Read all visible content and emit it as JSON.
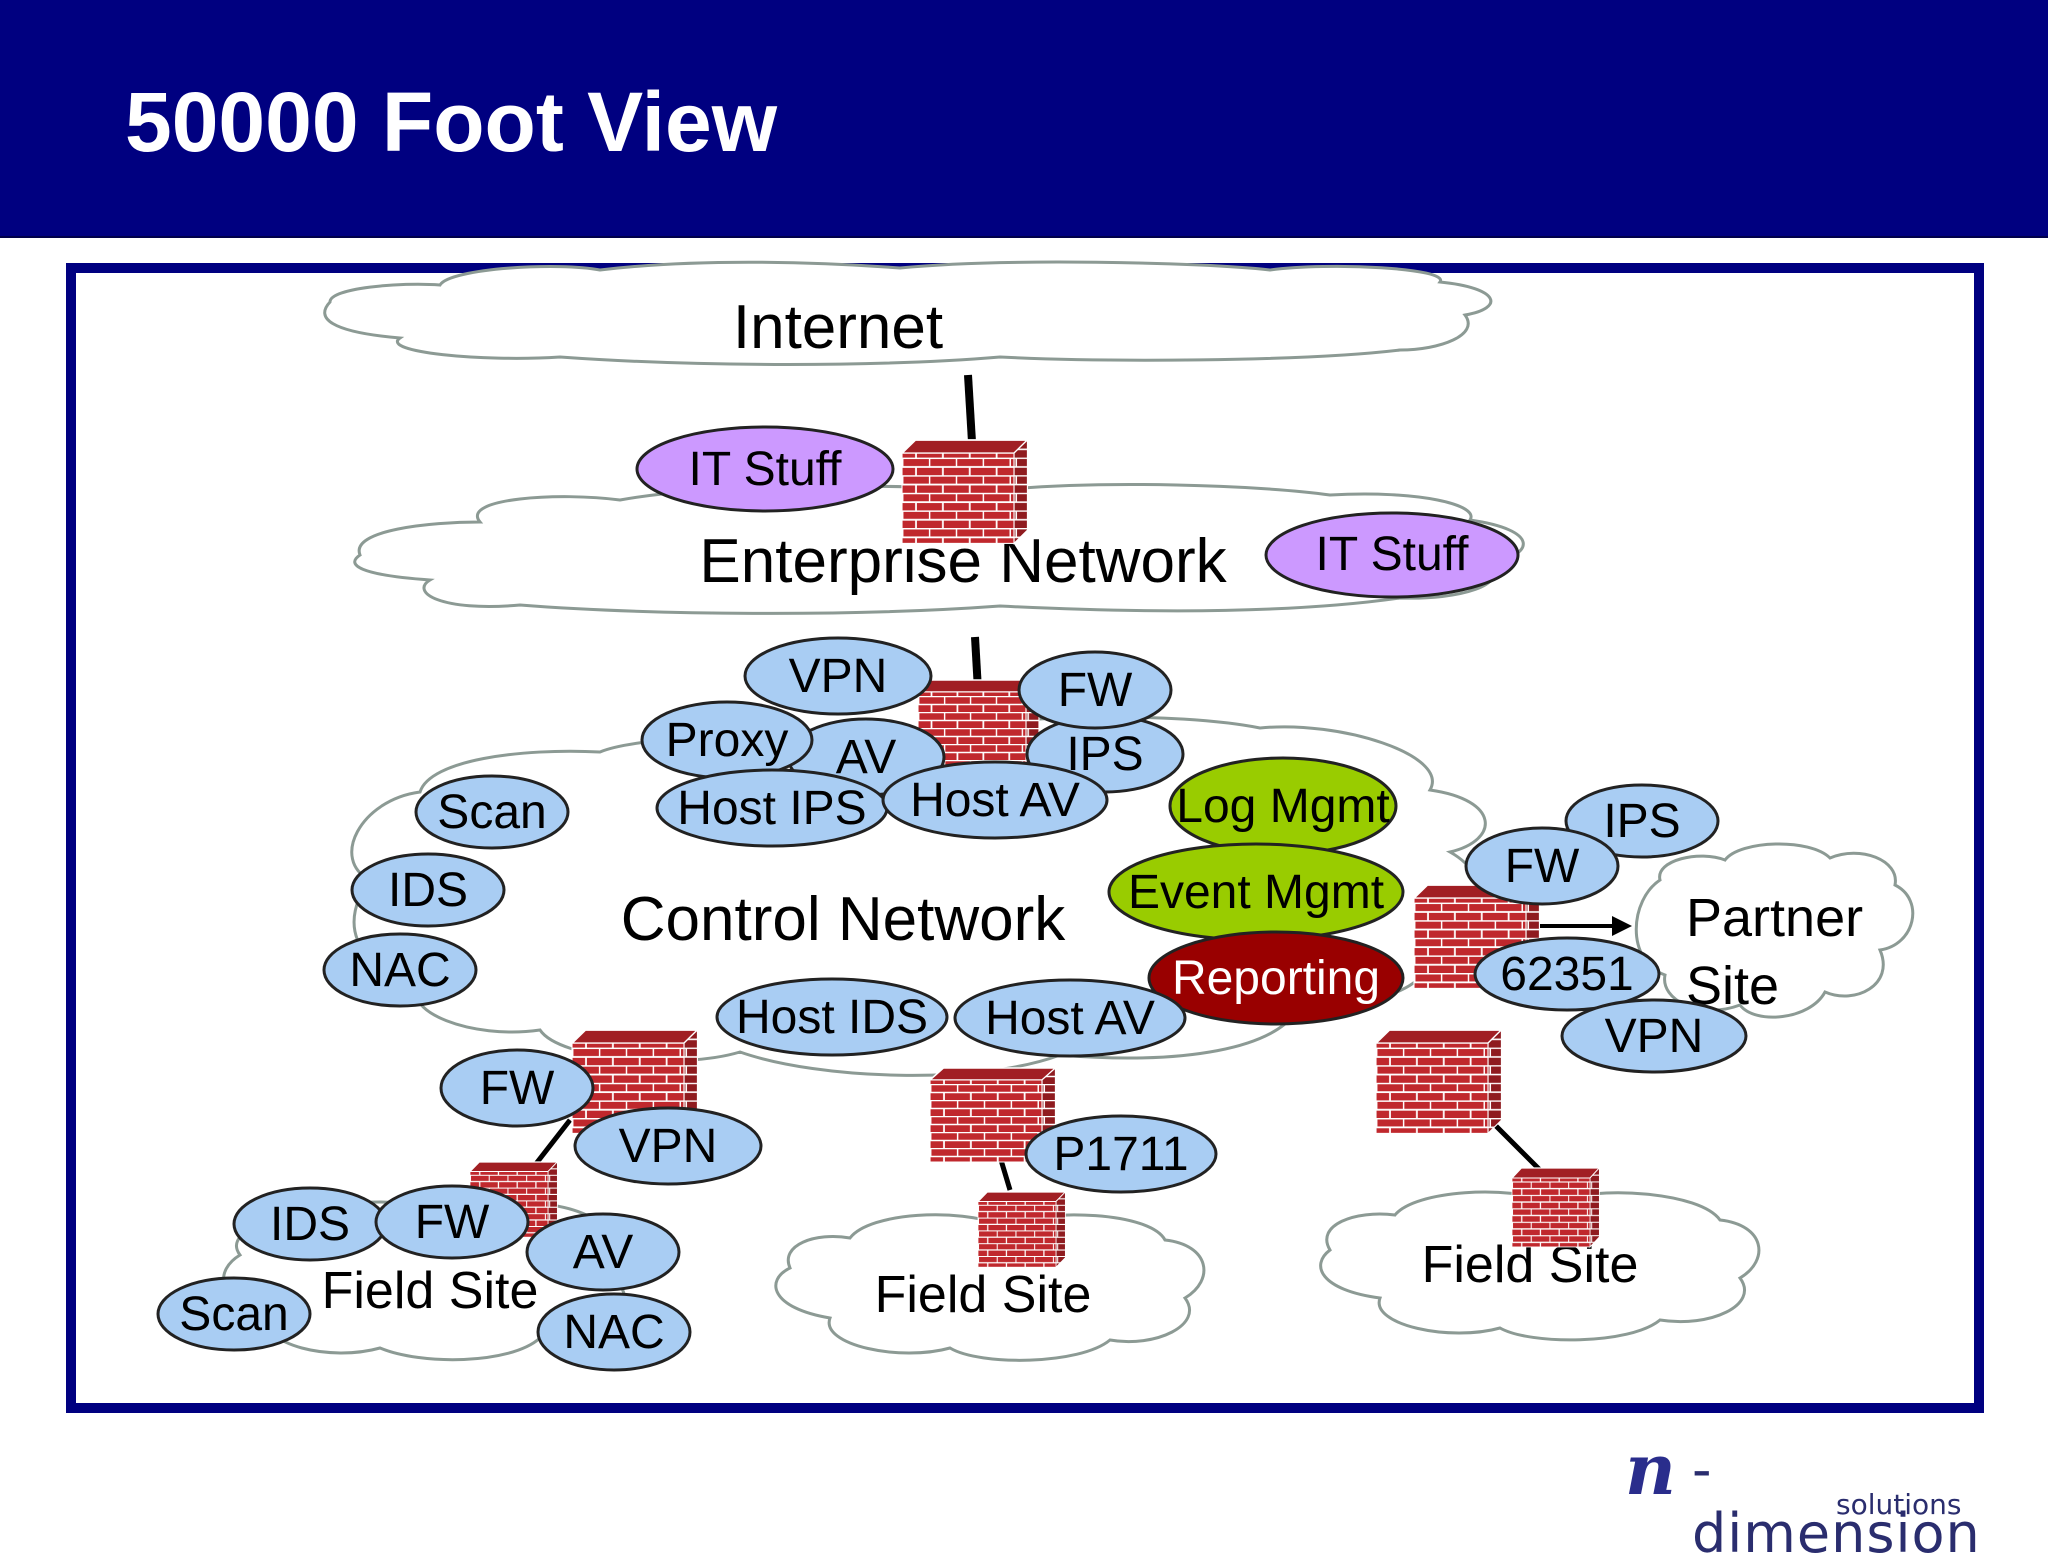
{
  "slide": {
    "title": "50000 Foot View"
  },
  "clouds": {
    "internet": "Internet",
    "enterprise": "Enterprise Network",
    "control": "Control Network",
    "partner_line1": "Partner",
    "partner_line2": "Site",
    "field_left": "Field Site",
    "field_center": "Field Site",
    "field_right": "Field Site"
  },
  "bubbles": {
    "it_stuff_1": "IT Stuff",
    "it_stuff_2": "IT Stuff",
    "vpn_top": "VPN",
    "fw_top": "FW",
    "proxy": "Proxy",
    "av_top": "AV",
    "ips_top": "IPS",
    "host_ips": "Host IPS",
    "host_av_top": "Host AV",
    "scan_left": "Scan",
    "ids_left": "IDS",
    "nac_left": "NAC",
    "log_mgmt": "Log Mgmt",
    "event_mgmt": "Event Mgmt",
    "reporting": "Reporting",
    "fw_partner": "FW",
    "ips_partner": "IPS",
    "standard_62351": "62351",
    "vpn_partner": "VPN",
    "host_ids": "Host IDS",
    "host_av_bottom": "Host AV",
    "fw_field": "FW",
    "vpn_field": "VPN",
    "p1711": "P1711",
    "ids_field": "IDS",
    "fw_field2": "FW",
    "av_field": "AV",
    "scan_field": "Scan",
    "nac_field": "NAC"
  },
  "logo": {
    "mark": "n",
    "main": "-dimension",
    "sub": "solutions"
  },
  "colors": {
    "header_bg": "#000080",
    "blue_bubble": "#a9cdf3",
    "purple_bubble": "#cc99ff",
    "green_bubble": "#99cc00",
    "red_bubble": "#990000",
    "firewall_brick": "#c0282d"
  }
}
